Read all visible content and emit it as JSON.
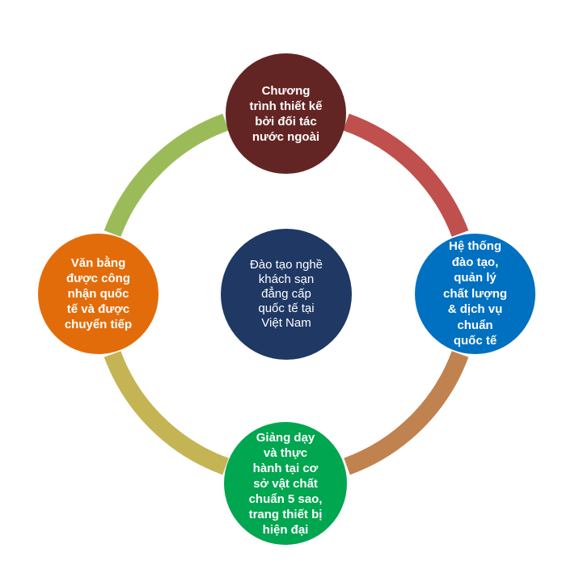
{
  "colors": {
    "arc_top_right": "#c0504d",
    "arc_right_bottom": "#c0824f",
    "arc_bottom_left": "#c4b454",
    "arc_left_top": "#9bbb59",
    "node_top": "#632523",
    "node_right": "#0070c0",
    "node_bottom": "#00a650",
    "node_left": "#e36c0a",
    "node_center": "#1f3864"
  },
  "nodes": {
    "center": "Đào tạo nghề\nkhách sạn\nđẳng cấp\nquốc tế tại\nViệt Nam",
    "top": "Chương\ntrình thiết kế\nbởi đối tác\nnước ngoài",
    "right": "Hệ thống\nđào tạo,\nquản lý\nchất lượng\n& dịch vụ\nchuẩn\nquốc tế",
    "bottom": "Giảng dạy\nvà thực\nhành tại cơ\nsở vật chất\nchuẩn 5 sao,\ntrang thiết bị\nhiện đại",
    "left": "Văn bằng\nđược công\nnhận quốc\ntế và được\nchuyển tiếp"
  }
}
